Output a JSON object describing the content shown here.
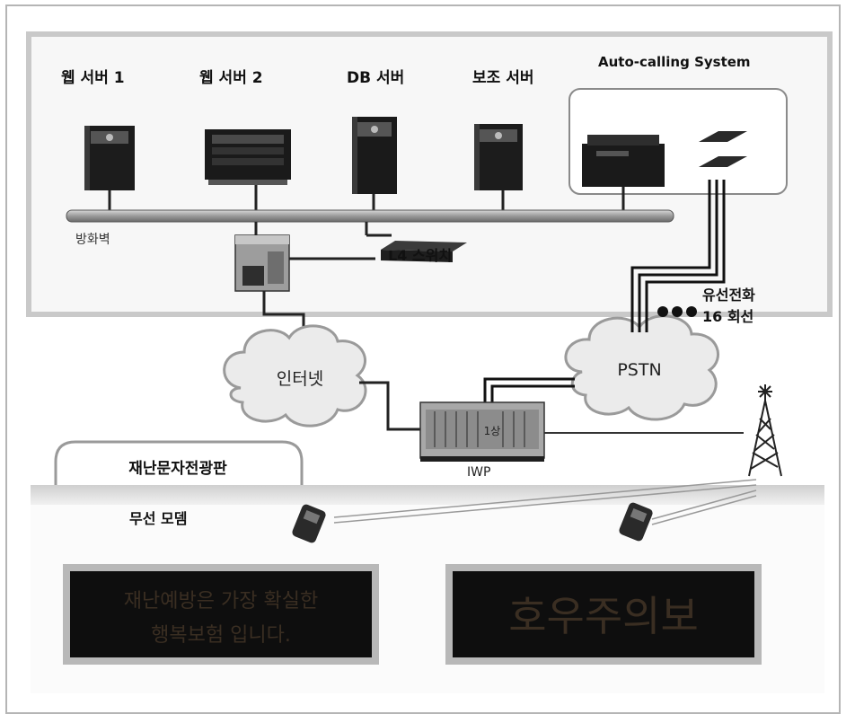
{
  "servers": {
    "web1": "웹 서버 1",
    "web2": "웹 서버 2",
    "db": "DB 서버",
    "aux": "보조 서버"
  },
  "auto_calling": {
    "title": "Auto-calling System"
  },
  "firewall": "방화벽",
  "l4_switch": "L4 스위치",
  "wired_phone": {
    "line1": "유선전화",
    "line2": "16 회선"
  },
  "internet": "인터넷",
  "pstn": "PSTN",
  "iwp": {
    "label": "IWP",
    "device_text": "1상"
  },
  "disaster_board": {
    "title": "재난문자전광판"
  },
  "wireless_modem": "무선 모뎀",
  "sign_left": {
    "line1": "재난예방은 가장 확실한",
    "line2": "행복보험 입니다."
  },
  "sign_right": {
    "text": "호우주의보"
  }
}
